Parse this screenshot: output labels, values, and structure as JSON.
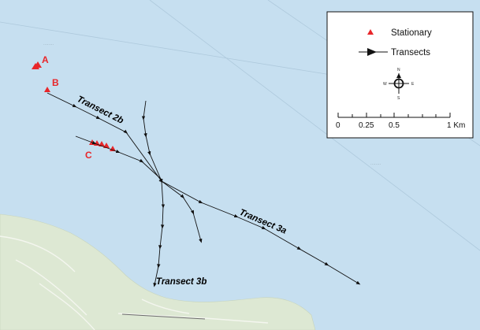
{
  "colors": {
    "water": "#c6dff0",
    "land": "#dde8d3",
    "stationary": "#e8262a",
    "transect": "#111111"
  },
  "stations": [
    {
      "id": "A",
      "label": "A"
    },
    {
      "id": "B",
      "label": "B"
    },
    {
      "id": "C",
      "label": "C"
    }
  ],
  "transects": [
    {
      "id": "2b",
      "label": "Transect 2b"
    },
    {
      "id": "3a",
      "label": "Transect 3a"
    },
    {
      "id": "3b",
      "label": "Transect 3b"
    }
  ],
  "legend": {
    "stationary_label": "Stationary",
    "transects_label": "Transects",
    "stationary_icon": "red-triangle-icon",
    "transect_icon": "arrow-line-icon",
    "compass": {
      "n": "N",
      "e": "E",
      "s": "S",
      "w": "W"
    },
    "scale_ticks": [
      "0",
      "0.25",
      "0.5",
      "1 Km"
    ]
  }
}
